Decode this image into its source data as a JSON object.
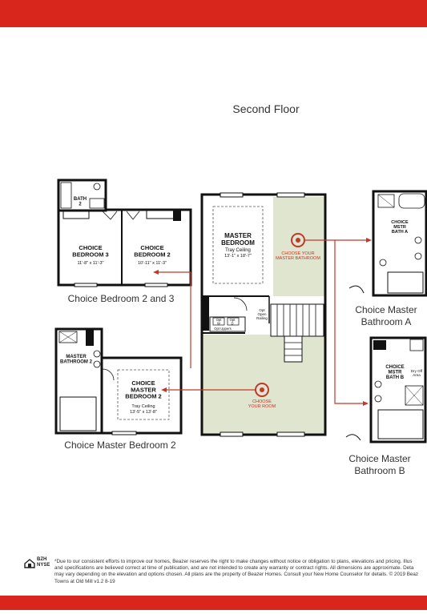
{
  "page_title": "Second Floor",
  "captions": {
    "bedroom_2_3": "Choice Bedroom 2 and 3",
    "master_bedroom_2": "Choice Master Bedroom 2",
    "master_bath_a": "Choice Master\nBathroom A",
    "master_bath_b": "Choice Master\nBathroom B"
  },
  "rooms": {
    "master_bedroom": {
      "name": "MASTER\nBEDROOM",
      "note": "Tray Ceiling",
      "size": "13'-1\" x 18'-7\""
    },
    "choose_master_bathroom": "CHOOSE YOUR\nMASTER BATHROOM",
    "choose_your_room": "CHOOSE\nYOUR ROOM",
    "opt_open_railing": "Opt\nOpen\nRailing",
    "opt_uppers": "Opt Uppers",
    "opt_labels": [
      "Opt\nW",
      "Opt\nD"
    ],
    "bath_2": "BATH\n2",
    "choice_bedroom_3": {
      "name": "CHOICE\nBEDROOM 3",
      "size": "11'-8\" x 11'-3\""
    },
    "choice_bedroom_2": {
      "name": "CHOICE\nBEDROOM 2",
      "size": "10'-11\" x 11'-3\""
    },
    "master_bathroom_2": "MASTER\nBATHROOM 2",
    "choice_master_bedroom_2": {
      "name": "CHOICE\nMASTER\nBEDROOM 2",
      "note": "Tray Ceiling",
      "size": "13'-5\" x 13'-8\""
    },
    "choice_mstr_bath_a": "CHOICE\nMSTR\nBATH A",
    "choice_mstr_bath_b": "CHOICE\nMSTR\nBATH B",
    "dry_off_area": "Dry Off\nArea"
  },
  "logo": {
    "text": "BZH\nNYSE"
  },
  "footer": "*Due to our consistent efforts to improve our homes, Beazer reserves the right to make changes without notice or obligation to plans, elevations and pricing. Illus\nand specifications are believed correct at time of publication, and are not intended to create any warranty or contract rights. All dimensions are approximate. Deta\nmay vary depending on the elevation and options chosen. All plans are the property of Beazer Homes. Consult your New Home Counselor for details. © 2019 Beaz\nTowns at Old Mill  v1.2  8-19",
  "colors": {
    "brand_red": "#d9261c",
    "option_green": "#dfe5cf",
    "wall": "#111111",
    "target_red": "#c0392b"
  }
}
